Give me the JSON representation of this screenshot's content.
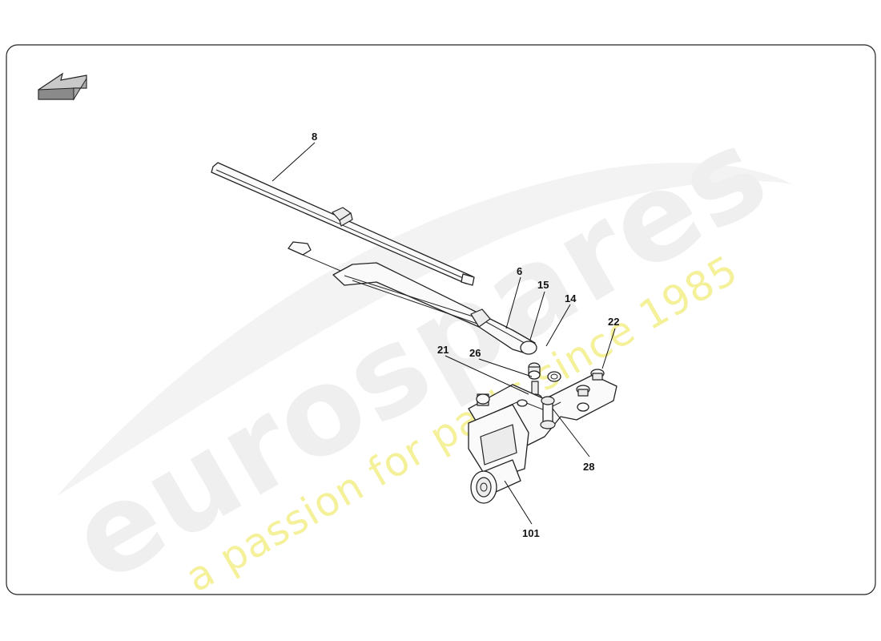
{
  "diagram": {
    "watermark": {
      "brand": "eurospares",
      "tagline": "a passion for parts since 1985"
    },
    "callouts": [
      {
        "id": "8",
        "label": "8"
      },
      {
        "id": "6",
        "label": "6"
      },
      {
        "id": "15",
        "label": "15"
      },
      {
        "id": "14",
        "label": "14"
      },
      {
        "id": "22",
        "label": "22"
      },
      {
        "id": "21",
        "label": "21"
      },
      {
        "id": "26",
        "label": "26"
      },
      {
        "id": "28",
        "label": "28"
      },
      {
        "id": "101",
        "label": "101"
      }
    ],
    "icons": {
      "nav_arrow": "back-arrow-icon"
    },
    "colors": {
      "frame": "#222222",
      "watermark_brand": "#efefef",
      "watermark_tagline": "#f4f19a"
    }
  }
}
